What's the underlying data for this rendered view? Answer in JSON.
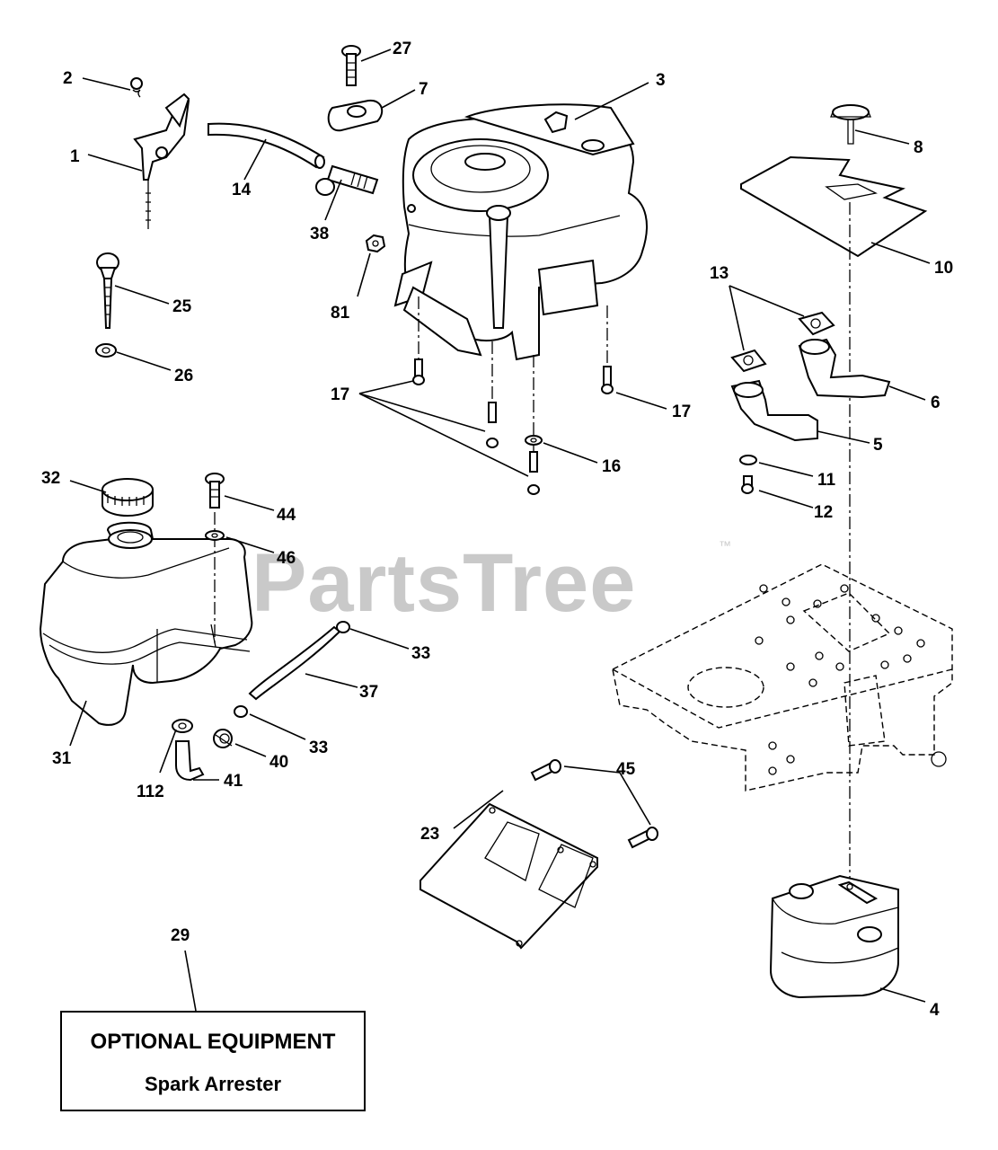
{
  "watermark": {
    "brand": "PartsTree",
    "trademark": "™"
  },
  "callouts": {
    "c1": "1",
    "c2": "2",
    "c3": "3",
    "c4": "4",
    "c5": "5",
    "c6": "6",
    "c7": "7",
    "c8": "8",
    "c10": "10",
    "c11": "11",
    "c12": "12",
    "c13": "13",
    "c14": "14",
    "c16": "16",
    "c17a": "17",
    "c17b": "17",
    "c17c": "17",
    "c23": "23",
    "c25": "25",
    "c26": "26",
    "c27": "27",
    "c29": "29",
    "c31": "31",
    "c32": "32",
    "c33a": "33",
    "c33b": "33",
    "c37": "37",
    "c38": "38",
    "c40": "40",
    "c41": "41",
    "c44": "44",
    "c45": "45",
    "c46": "46",
    "c81": "81",
    "c112": "112"
  },
  "optional_box": {
    "title": "OPTIONAL EQUIPMENT",
    "subtitle": "Spark Arrester"
  }
}
